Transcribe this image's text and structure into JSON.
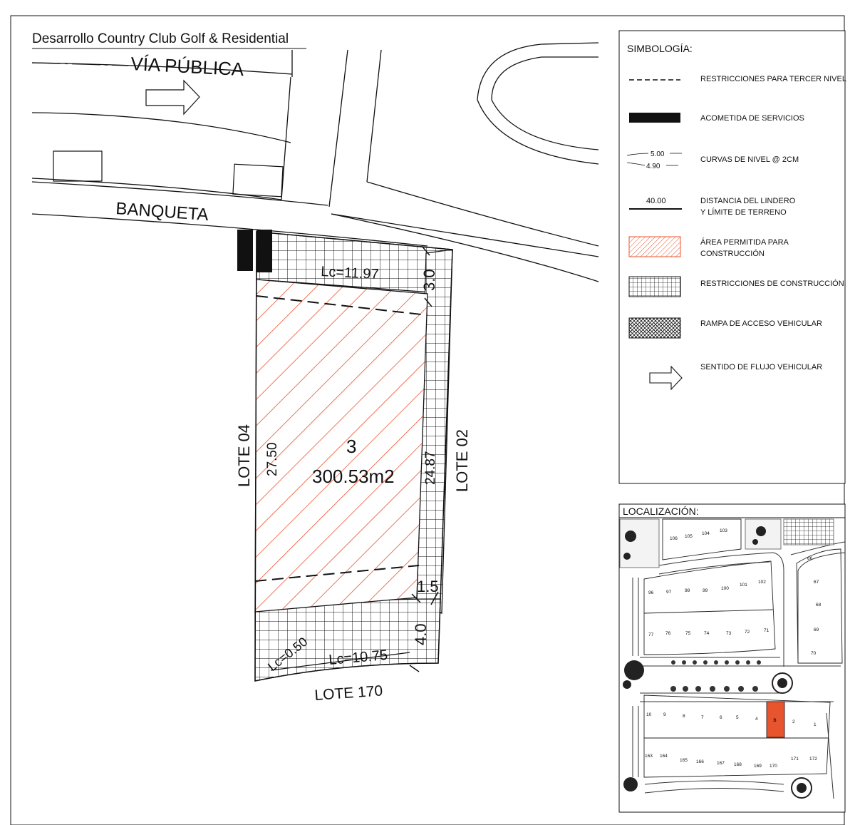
{
  "title": "Desarrollo Country Club Golf & Residential",
  "street": {
    "name": "VÍA PÚBLICA",
    "sidewalk": "BANQUETA"
  },
  "lot": {
    "number": "3",
    "area": "300.53m2",
    "neighbors": {
      "left": "LOTE 04",
      "right": "LOTE 02",
      "bottom": "LOTE 170"
    },
    "dims": {
      "front_arc": "Lc=11.97",
      "front_setback": "3.0",
      "left_side": "27.50",
      "right_side": "24.87",
      "rear_side": "1.5",
      "rear_setback": "4.0",
      "rear_arc_small": "Lc=0.50",
      "rear_arc": "Lc=10.75"
    }
  },
  "legend": {
    "title": "SIMBOLOGÍA:",
    "items": [
      {
        "symbol": "dashed-line",
        "label": "RESTRICCIONES PARA TERCER NIVEL"
      },
      {
        "symbol": "black-bar",
        "label": "ACOMETIDA DE SERVICIOS"
      },
      {
        "symbol": "contour-lines",
        "label": "CURVAS DE NIVEL @ 2CM",
        "value_a": "5.00",
        "value_b": "4.90"
      },
      {
        "symbol": "boundary-line",
        "label_line1": "DISTANCIA DEL LINDERO",
        "label_line2": "Y LÍMITE DE TERRENO",
        "value": "40.00"
      },
      {
        "symbol": "red-hatch",
        "label_line1": "ÁREA PERMITIDA PARA",
        "label_line2": "CONSTRUCCIÓN"
      },
      {
        "symbol": "grid-hatch",
        "label": "RESTRICCIONES DE CONSTRUCCIÓN"
      },
      {
        "symbol": "crosshatch",
        "label": "RAMPA DE ACCESO VEHICULAR"
      },
      {
        "symbol": "arrow",
        "label": "SENTIDO DE FLUJO VEHICULAR"
      }
    ]
  },
  "location": {
    "title": "LOCALIZACIÓN:",
    "highlighted_lot": "3",
    "highlight_color": "#e8542d",
    "rows": [
      [
        "106",
        "105",
        "104",
        "103"
      ],
      [
        "96",
        "97",
        "98",
        "99",
        "100",
        "101",
        "102"
      ],
      [
        "77",
        "76",
        "75",
        "74",
        "73",
        "72",
        "71"
      ],
      [
        "66",
        "67",
        "68",
        "69",
        "70"
      ],
      [
        "10",
        "9",
        "8",
        "7",
        "6",
        "5",
        "4",
        "3",
        "2",
        "1"
      ],
      [
        "163",
        "164",
        "165",
        "166",
        "167",
        "168",
        "169",
        "170",
        "171",
        "172"
      ]
    ]
  },
  "colors": {
    "hatch": "#e8542d",
    "ink": "#111111"
  }
}
